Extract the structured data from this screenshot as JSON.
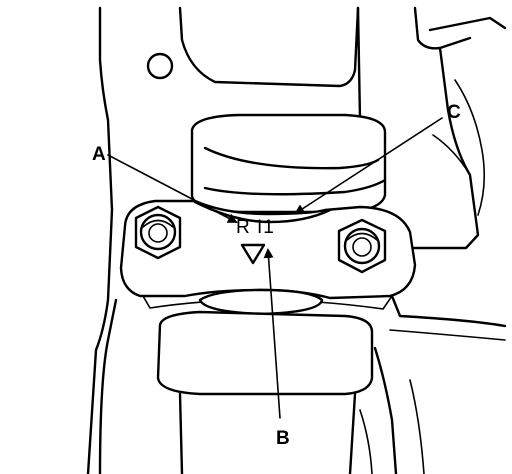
{
  "callouts": {
    "a": "A",
    "b": "B",
    "c": "C"
  },
  "cap_marking": {
    "text": "R I1",
    "arrow_symbol": "▽"
  },
  "colors": {
    "line": "#000000",
    "background": "#ffffff"
  }
}
